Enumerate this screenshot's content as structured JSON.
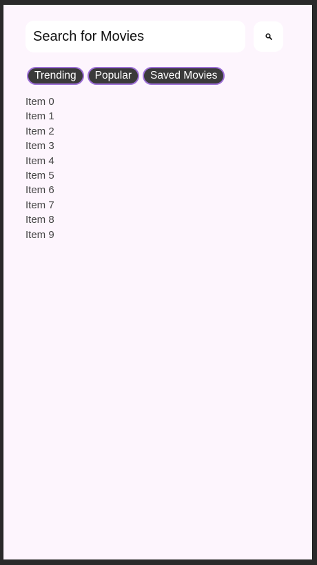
{
  "search": {
    "placeholder": "Search for Movies",
    "button_icon": "search-icon"
  },
  "tabs": [
    {
      "label": "Trending"
    },
    {
      "label": "Popular"
    },
    {
      "label": "Saved Movies"
    }
  ],
  "items": [
    {
      "label": "Item 0"
    },
    {
      "label": "Item 1"
    },
    {
      "label": "Item 2"
    },
    {
      "label": "Item 3"
    },
    {
      "label": "Item 4"
    },
    {
      "label": "Item 5"
    },
    {
      "label": "Item 6"
    },
    {
      "label": "Item 7"
    },
    {
      "label": "Item 8"
    },
    {
      "label": "Item 9"
    }
  ],
  "colors": {
    "background": "#fdf5fd",
    "chip_fill": "#3a3a3a",
    "chip_border": "#9d6fd6"
  }
}
